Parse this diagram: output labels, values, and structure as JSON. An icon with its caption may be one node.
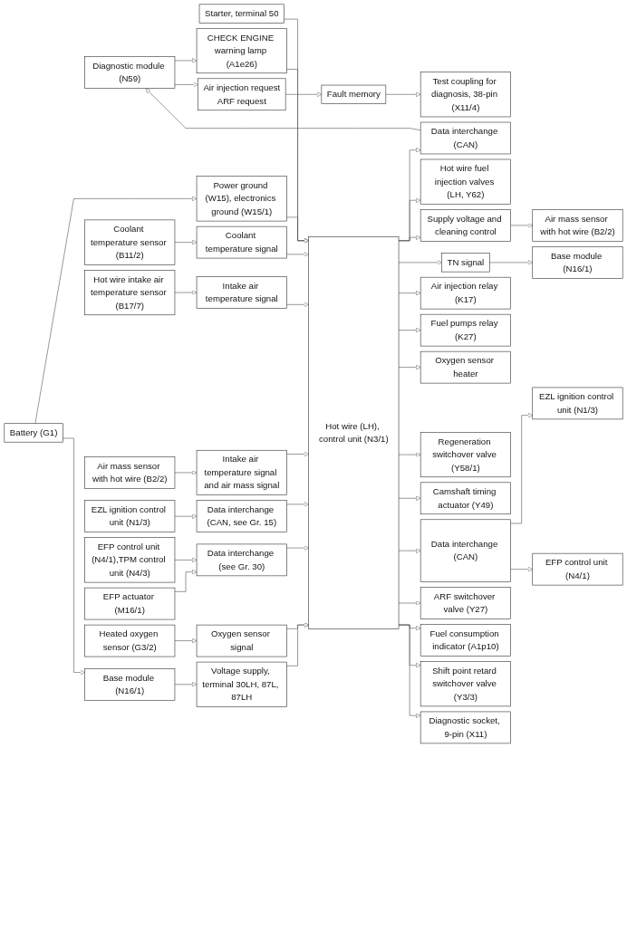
{
  "diagram": {
    "nodes": [
      {
        "text": [
          "Battery (G1)"
        ]
      },
      {
        "text": [
          "Starter, terminal 50"
        ]
      },
      {
        "text": [
          "Power ground (W15), electronics ground (W15/1)"
        ]
      },
      {
        "text": [
          "Base module (N16/1)"
        ]
      },
      {
        "text": [
          "Voltage supply, terminal 30LH, 87L, 87LH"
        ]
      },
      {
        "text": [
          "Coolant temperature sensor (B11/2)"
        ]
      },
      {
        "text": [
          "Coolant temperature signal"
        ]
      },
      {
        "text": [
          "Hot wire intake air temperature sensor (B17/7)"
        ]
      },
      {
        "text": [
          "Intake air temperature signal"
        ]
      },
      {
        "text": [
          "Air mass sensor with hot wire (B2/2)"
        ]
      },
      {
        "text": [
          "Intake air temperature signal and air mass signal"
        ]
      },
      {
        "text": [
          "EZL ignition control unit (N1/3)"
        ]
      },
      {
        "text": [
          "Data interchange (CAN, see Gr. 15)"
        ]
      },
      {
        "text": [
          "EFP control unit (N4/1),TPM control unit (N4/3)"
        ]
      },
      {
        "text": [
          "EFP actuator (M16/1)"
        ]
      },
      {
        "text": [
          "Data interchange (see Gr. 30)"
        ]
      },
      {
        "text": [
          "Heated oxygen sensor (G3/2)"
        ]
      },
      {
        "text": [
          "Oxygen sensor signal"
        ]
      },
      {
        "text": [
          "Diagnostic module (N59)"
        ]
      },
      {
        "text": [
          "CHECK ENGINE warning lamp (A1e26)"
        ]
      },
      {
        "text": [
          "Data interchange (CAN)"
        ]
      },
      {
        "text": [
          "Air injection request",
          "ARF request"
        ]
      },
      {
        "text": [
          "Hot wire (LH), control unit (N3/1)"
        ]
      },
      {
        "text": [
          "Fault memory"
        ]
      },
      {
        "text": [
          "Hot wire fuel injection valves (LH, Y62)"
        ]
      },
      {
        "text": [
          "Supply voltage and cleaning control"
        ]
      },
      {
        "text": [
          "Air mass sensor with hot wire (B2/2)"
        ]
      },
      {
        "text": [
          "TN signal"
        ]
      },
      {
        "text": [
          "Base module (N16/1)"
        ]
      },
      {
        "text": [
          "Air injection relay (K17)"
        ]
      },
      {
        "text": [
          "Fuel pumps relay (K27)"
        ]
      },
      {
        "text": [
          "Oxygen sensor heater"
        ]
      },
      {
        "text": [
          "Regeneration switchover valve (Y58/1)"
        ]
      },
      {
        "text": [
          "Camshaft timing actuator (Y49)"
        ]
      },
      {
        "text": [
          "Data interchange (CAN)"
        ]
      },
      {
        "text": [
          "EZL ignition control unit (N1/3)"
        ]
      },
      {
        "text": [
          "EFP control unit (N4/1)"
        ]
      },
      {
        "text": [
          "ARF switchover valve (Y27)"
        ]
      },
      {
        "text": [
          "Fuel consumption indicator (A1p10)"
        ]
      },
      {
        "text": [
          "Shift point retard switchover valve (Y3/3)"
        ]
      },
      {
        "text": [
          "Diagnostic socket, 9-pin (X11)"
        ]
      },
      {
        "text": [
          "Test coupling for diagnosis, 38-pin (X11/4)"
        ]
      }
    ],
    "edges": [
      {
        "from": 0,
        "to": 2,
        "arrow": "to"
      },
      {
        "from": 0,
        "to": 3,
        "arrow": "to"
      },
      {
        "from": 1,
        "to": 22,
        "arrow": "to"
      },
      {
        "from": 2,
        "to": 22,
        "arrow": "to"
      },
      {
        "from": 3,
        "to": 4,
        "arrow": "to"
      },
      {
        "from": 4,
        "to": 22,
        "arrow": "to"
      },
      {
        "from": 5,
        "to": 6,
        "arrow": "to"
      },
      {
        "from": 6,
        "to": 22,
        "arrow": "to"
      },
      {
        "from": 7,
        "to": 8,
        "arrow": "to"
      },
      {
        "from": 8,
        "to": 22,
        "arrow": "to"
      },
      {
        "from": 9,
        "to": 10,
        "arrow": "to"
      },
      {
        "from": 10,
        "to": 22,
        "arrow": "to"
      },
      {
        "from": 11,
        "to": 12,
        "arrow": "to"
      },
      {
        "from": 12,
        "to": 22,
        "arrow": "to"
      },
      {
        "from": 13,
        "to": 15,
        "arrow": "to"
      },
      {
        "from": 14,
        "to": 15,
        "arrow": "to"
      },
      {
        "from": 15,
        "to": 22,
        "arrow": "to"
      },
      {
        "from": 16,
        "to": 17,
        "arrow": "to"
      },
      {
        "from": 17,
        "to": 22,
        "arrow": "to"
      },
      {
        "from": 18,
        "to": 19,
        "arrow": "to"
      },
      {
        "from": 19,
        "to": 22,
        "arrow": "to"
      },
      {
        "from": 22,
        "to": 20,
        "arrow": "to"
      },
      {
        "from": 20,
        "to": 18,
        "arrow": "to"
      },
      {
        "from": 18,
        "to": 21,
        "arrow": "to"
      },
      {
        "from": 21,
        "to": 23,
        "arrow": "to"
      },
      {
        "from": 22,
        "to": 24,
        "arrow": "to"
      },
      {
        "from": 22,
        "to": 25,
        "arrow": "to"
      },
      {
        "from": 25,
        "to": 26,
        "arrow": "to"
      },
      {
        "from": 22,
        "to": 27,
        "arrow": "to"
      },
      {
        "from": 27,
        "to": 28,
        "arrow": "to"
      },
      {
        "from": 22,
        "to": 29,
        "arrow": "to"
      },
      {
        "from": 22,
        "to": 30,
        "arrow": "to"
      },
      {
        "from": 22,
        "to": 31,
        "arrow": "to"
      },
      {
        "from": 22,
        "to": 32,
        "arrow": "to"
      },
      {
        "from": 22,
        "to": 33,
        "arrow": "to"
      },
      {
        "from": 22,
        "to": 34,
        "arrow": "to"
      },
      {
        "from": 34,
        "to": 35,
        "arrow": "to"
      },
      {
        "from": 34,
        "to": 36,
        "arrow": "to"
      },
      {
        "from": 22,
        "to": 37,
        "arrow": "to"
      },
      {
        "from": 22,
        "to": 38,
        "arrow": "to"
      },
      {
        "from": 22,
        "to": 39,
        "arrow": "to"
      },
      {
        "from": 22,
        "to": 40,
        "arrow": "to"
      },
      {
        "from": 23,
        "to": 41,
        "arrow": "to"
      }
    ]
  }
}
